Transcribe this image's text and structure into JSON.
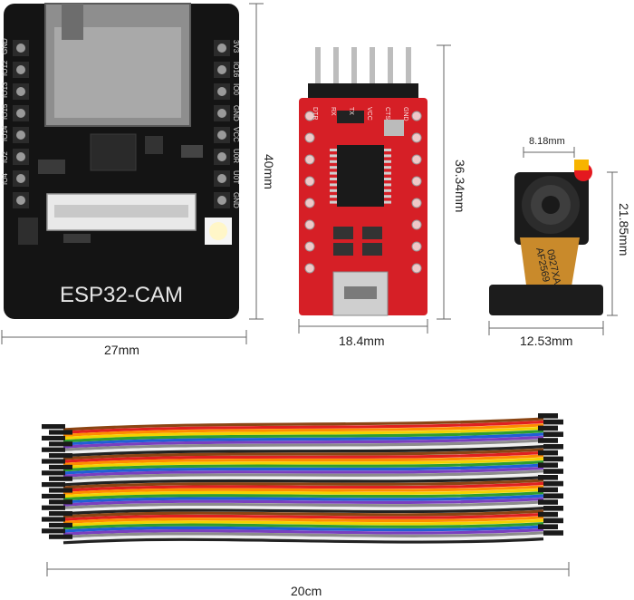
{
  "boards": {
    "esp32": {
      "name": "ESP32-CAM",
      "width_label": "27mm",
      "height_label": "40mm",
      "pins_left": [
        "GND",
        "IO12",
        "IO13",
        "IO15",
        "IO14",
        "IO2",
        "IO4"
      ],
      "pins_right": [
        "3V3",
        "IO16",
        "IO0",
        "GND",
        "VCC",
        "U0R",
        "U0T",
        "GND"
      ]
    },
    "ftdi": {
      "width_label": "18.4mm",
      "height_label": "36.34mm",
      "pins": [
        "DTR",
        "RX",
        "TX",
        "VCC",
        "CTS",
        "GND"
      ]
    },
    "camera": {
      "lens_label": "8.18mm",
      "width_label": "12.53mm",
      "height_label": "21.85mm",
      "ribbon_text": [
        "AF2569",
        "0927XA"
      ]
    }
  },
  "cable": {
    "length_label": "20cm",
    "wire_colors": [
      "#8b4513",
      "#e02020",
      "#ff8c00",
      "#f2d200",
      "#2e9e2e",
      "#1f5fd6",
      "#7a3fbf",
      "#8c8c8c",
      "#f0f0f0",
      "#222222"
    ]
  },
  "colors": {
    "esp_pcb": "#141414",
    "ftdi_pcb": "#d61f26",
    "dimension_line": "#666666"
  }
}
